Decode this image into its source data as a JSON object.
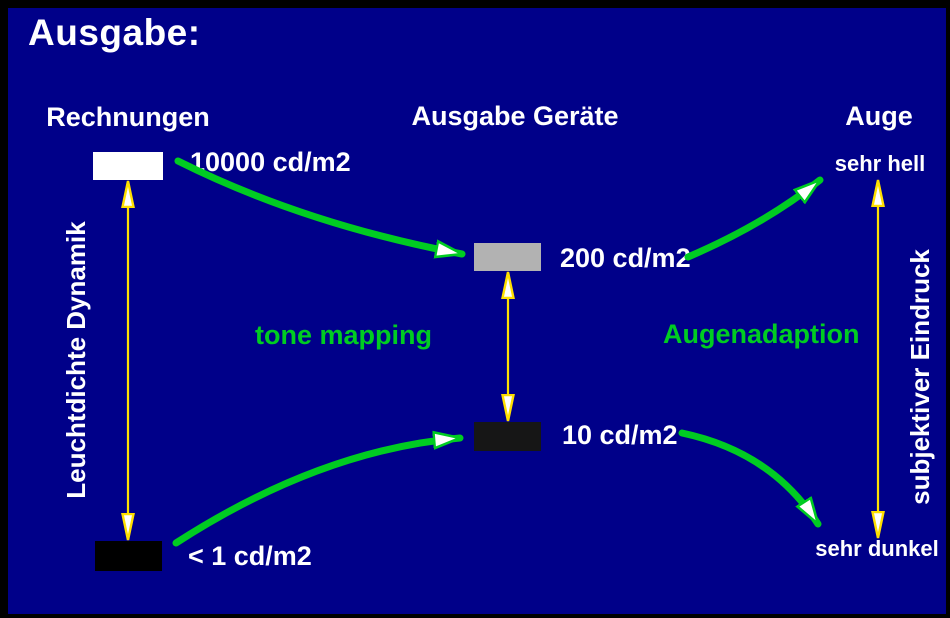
{
  "diagram": {
    "title": "Ausgabe:",
    "columns": {
      "computations": {
        "header": "Rechnungen",
        "max_label": "10000 cd/m2",
        "min_label": "< 1 cd/m2",
        "axis_label": "Leuchtdichte Dynamik"
      },
      "devices": {
        "header": "Ausgabe Geräte",
        "max_label": "200 cd/m2",
        "min_label": "10 cd/m2"
      },
      "eye": {
        "header": "Auge",
        "max_label": "sehr hell",
        "min_label": "sehr dunkel",
        "axis_label": "subjektiver Eindruck"
      }
    },
    "mappings": {
      "tone_mapping": "tone mapping",
      "eye_adaptation": "Augenadaption"
    },
    "colors": {
      "background": "#000089",
      "frame": "#000000",
      "text": "#FFFFFF",
      "accent_green": "#00CC22",
      "accent_yellow": "#FFE000",
      "box_white": "#FFFFFF",
      "box_gray": "#B2B2B2",
      "box_dark": "#161616",
      "box_black": "#000000"
    }
  }
}
